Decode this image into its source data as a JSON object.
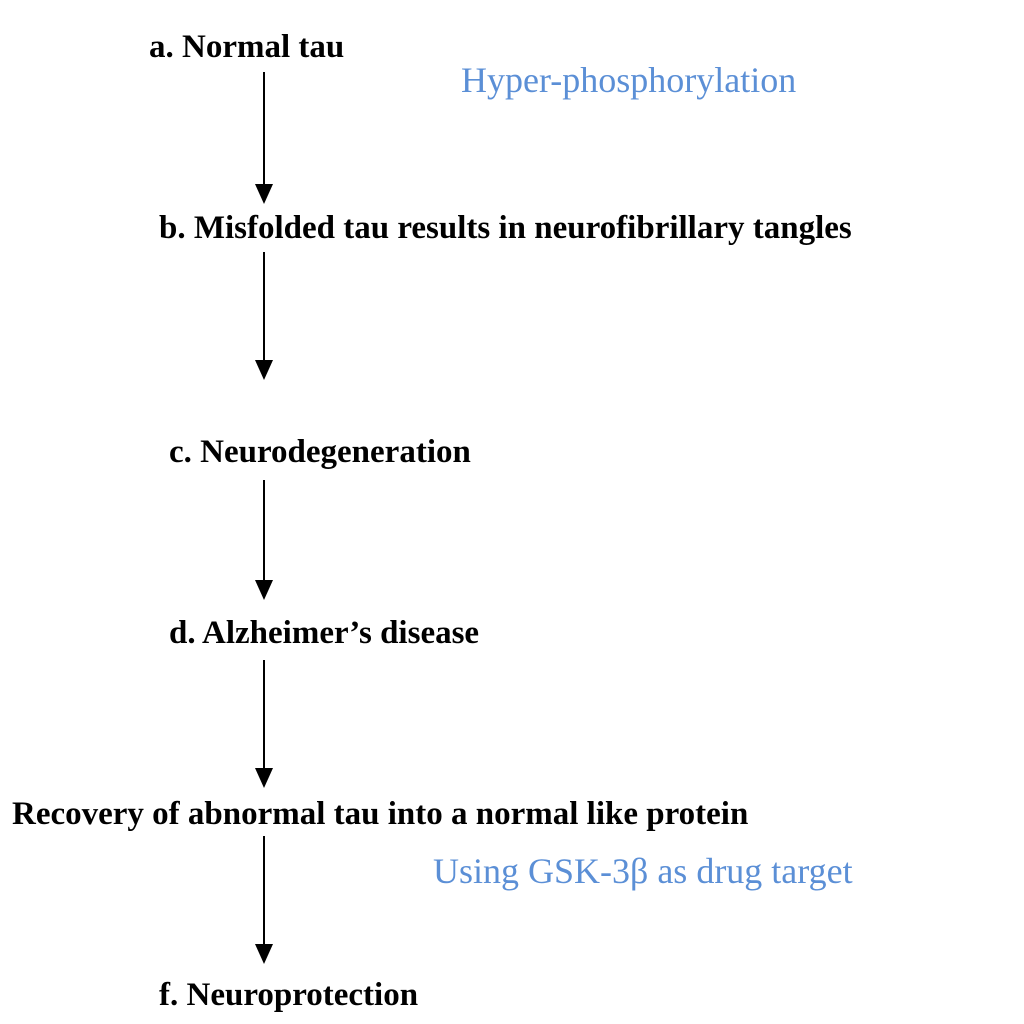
{
  "diagram": {
    "steps": [
      {
        "label": "a. Normal tau"
      },
      {
        "label": "b. Misfolded tau results in neurofibrillary  tangles"
      },
      {
        "label": "c. Neurodegeneration"
      },
      {
        "label": "d. Alzheimer’s disease"
      },
      {
        "label": "Recovery of abnormal tau into a normal like protein"
      },
      {
        "label": "f.   Neuroprotection"
      }
    ],
    "annotations": [
      {
        "label": "Hyper-phosphorylation"
      },
      {
        "label": "Using GSK-3β as drug target"
      }
    ],
    "colors": {
      "text": "#000000",
      "annotation": "#5b8fd6",
      "arrow": "#000000"
    }
  }
}
